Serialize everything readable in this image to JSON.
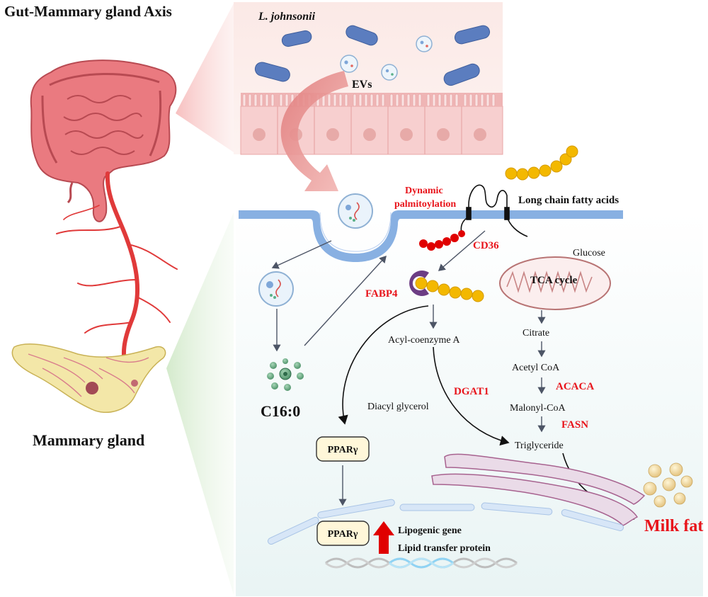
{
  "title": "Gut-Mammary gland Axis",
  "bacteria_label": "L. johnsonii",
  "evs_label": "EVs",
  "mammary_label": "Mammary gland",
  "palmitate_label": "C16:0",
  "palmitoylation_label_1": "Dynamic",
  "palmitoylation_label_2": "palmitoylation",
  "lcfa_label": "Long chain fatty acids",
  "cd36_label": "CD36",
  "fabp4_label": "FABP4",
  "glucose_label": "Glucose",
  "tca_label": "TCA cycle",
  "citrate_label": "Citrate",
  "acetylcoa_label": "Acetyl CoA",
  "acaca_label": "ACACA",
  "malonylcoa_label": "Malonyl-CoA",
  "fasn_label": "FASN",
  "triglyceride_label": "Triglyceride",
  "acylcoa_label": "Acyl-coenzyme A",
  "dgat1_label": "DGAT1",
  "diacylglycerol_label": "Diacyl glycerol",
  "ppar_label": "PPARγ",
  "ppar_nucleus_label": "PPARγ",
  "lipogenic_label": "Lipogenic gene",
  "lipid_transfer_label": "Lipid transfer protein",
  "milkfat_label": "Milk fat",
  "colors": {
    "red_label": "#e8141b",
    "membrane": "#87aee0",
    "gut": "#e8727a",
    "epithelium": "#f6cccc",
    "bacteria": "#5a7bbd",
    "chain_yellow": "#f3b800",
    "chain_red": "#e00000",
    "mito": "#c88585",
    "er": "#a7628f",
    "fabp4": "#6c3d84"
  }
}
